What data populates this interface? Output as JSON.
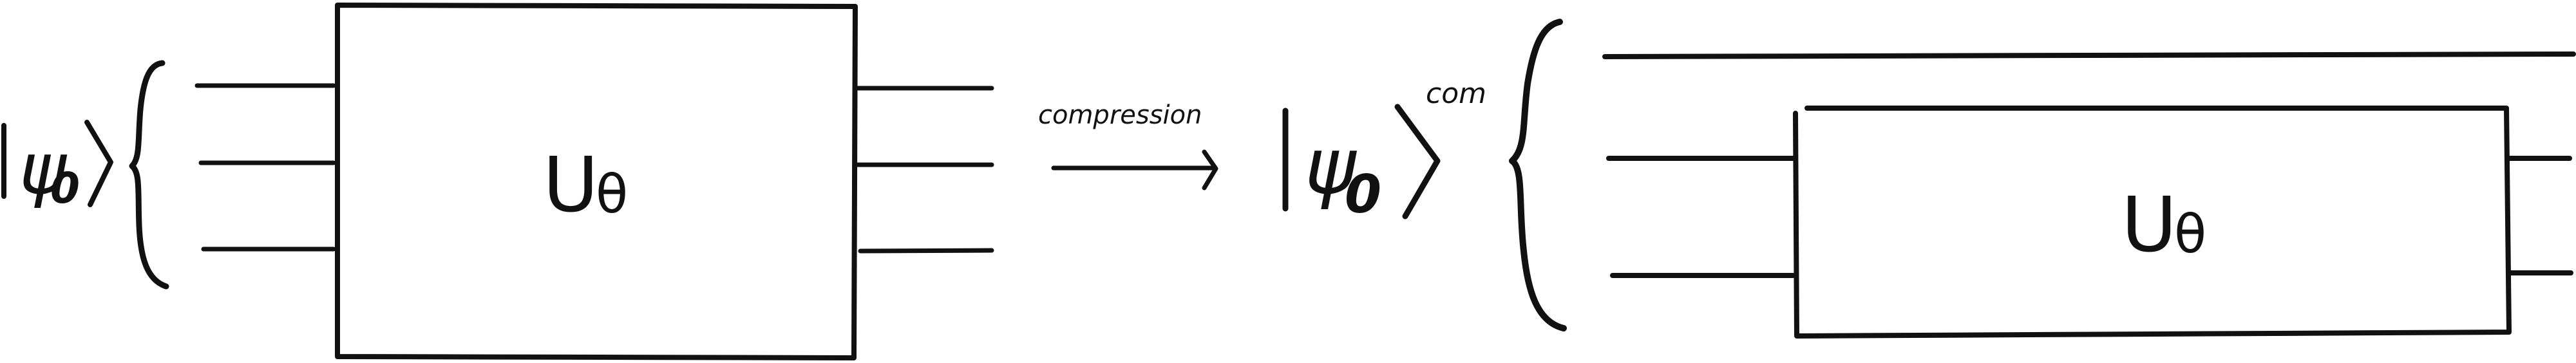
{
  "diagram": {
    "left": {
      "ket_symbol": "ψ",
      "ket_subscript": "0",
      "gate_label": "U",
      "gate_subscript": "θ"
    },
    "arrow_label": "compression",
    "right": {
      "ket_symbol": "ψ",
      "ket_subscript": "0",
      "ket_superscript": "com",
      "gate_label": "U",
      "gate_subscript": "θ"
    },
    "ink_color": "#111111"
  }
}
